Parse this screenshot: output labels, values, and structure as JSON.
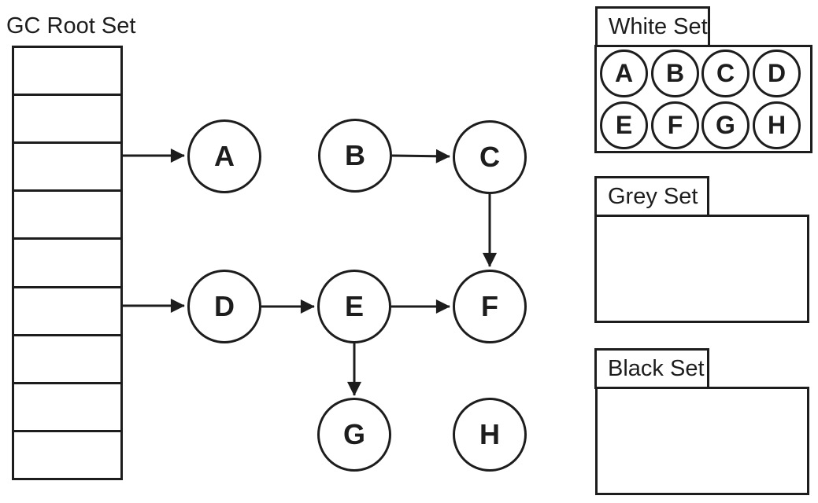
{
  "root_set": {
    "label": "GC Root Set",
    "cell_count": 9
  },
  "graph": {
    "nodes": [
      {
        "id": "A",
        "label": "A"
      },
      {
        "id": "B",
        "label": "B"
      },
      {
        "id": "C",
        "label": "C"
      },
      {
        "id": "D",
        "label": "D"
      },
      {
        "id": "E",
        "label": "E"
      },
      {
        "id": "F",
        "label": "F"
      },
      {
        "id": "G",
        "label": "G"
      },
      {
        "id": "H",
        "label": "H"
      }
    ],
    "edges": [
      {
        "from": "ROOT",
        "to": "A"
      },
      {
        "from": "ROOT",
        "to": "D"
      },
      {
        "from": "B",
        "to": "C"
      },
      {
        "from": "C",
        "to": "F"
      },
      {
        "from": "D",
        "to": "E"
      },
      {
        "from": "E",
        "to": "F"
      },
      {
        "from": "E",
        "to": "G"
      }
    ]
  },
  "sets": {
    "white": {
      "label": "White Set",
      "members": [
        "A",
        "B",
        "C",
        "D",
        "E",
        "F",
        "G",
        "H"
      ]
    },
    "grey": {
      "label": "Grey Set",
      "members": []
    },
    "black": {
      "label": "Black Set",
      "members": []
    }
  },
  "colors": {
    "ink": "#1d1d1d",
    "background": "#ffffff"
  }
}
